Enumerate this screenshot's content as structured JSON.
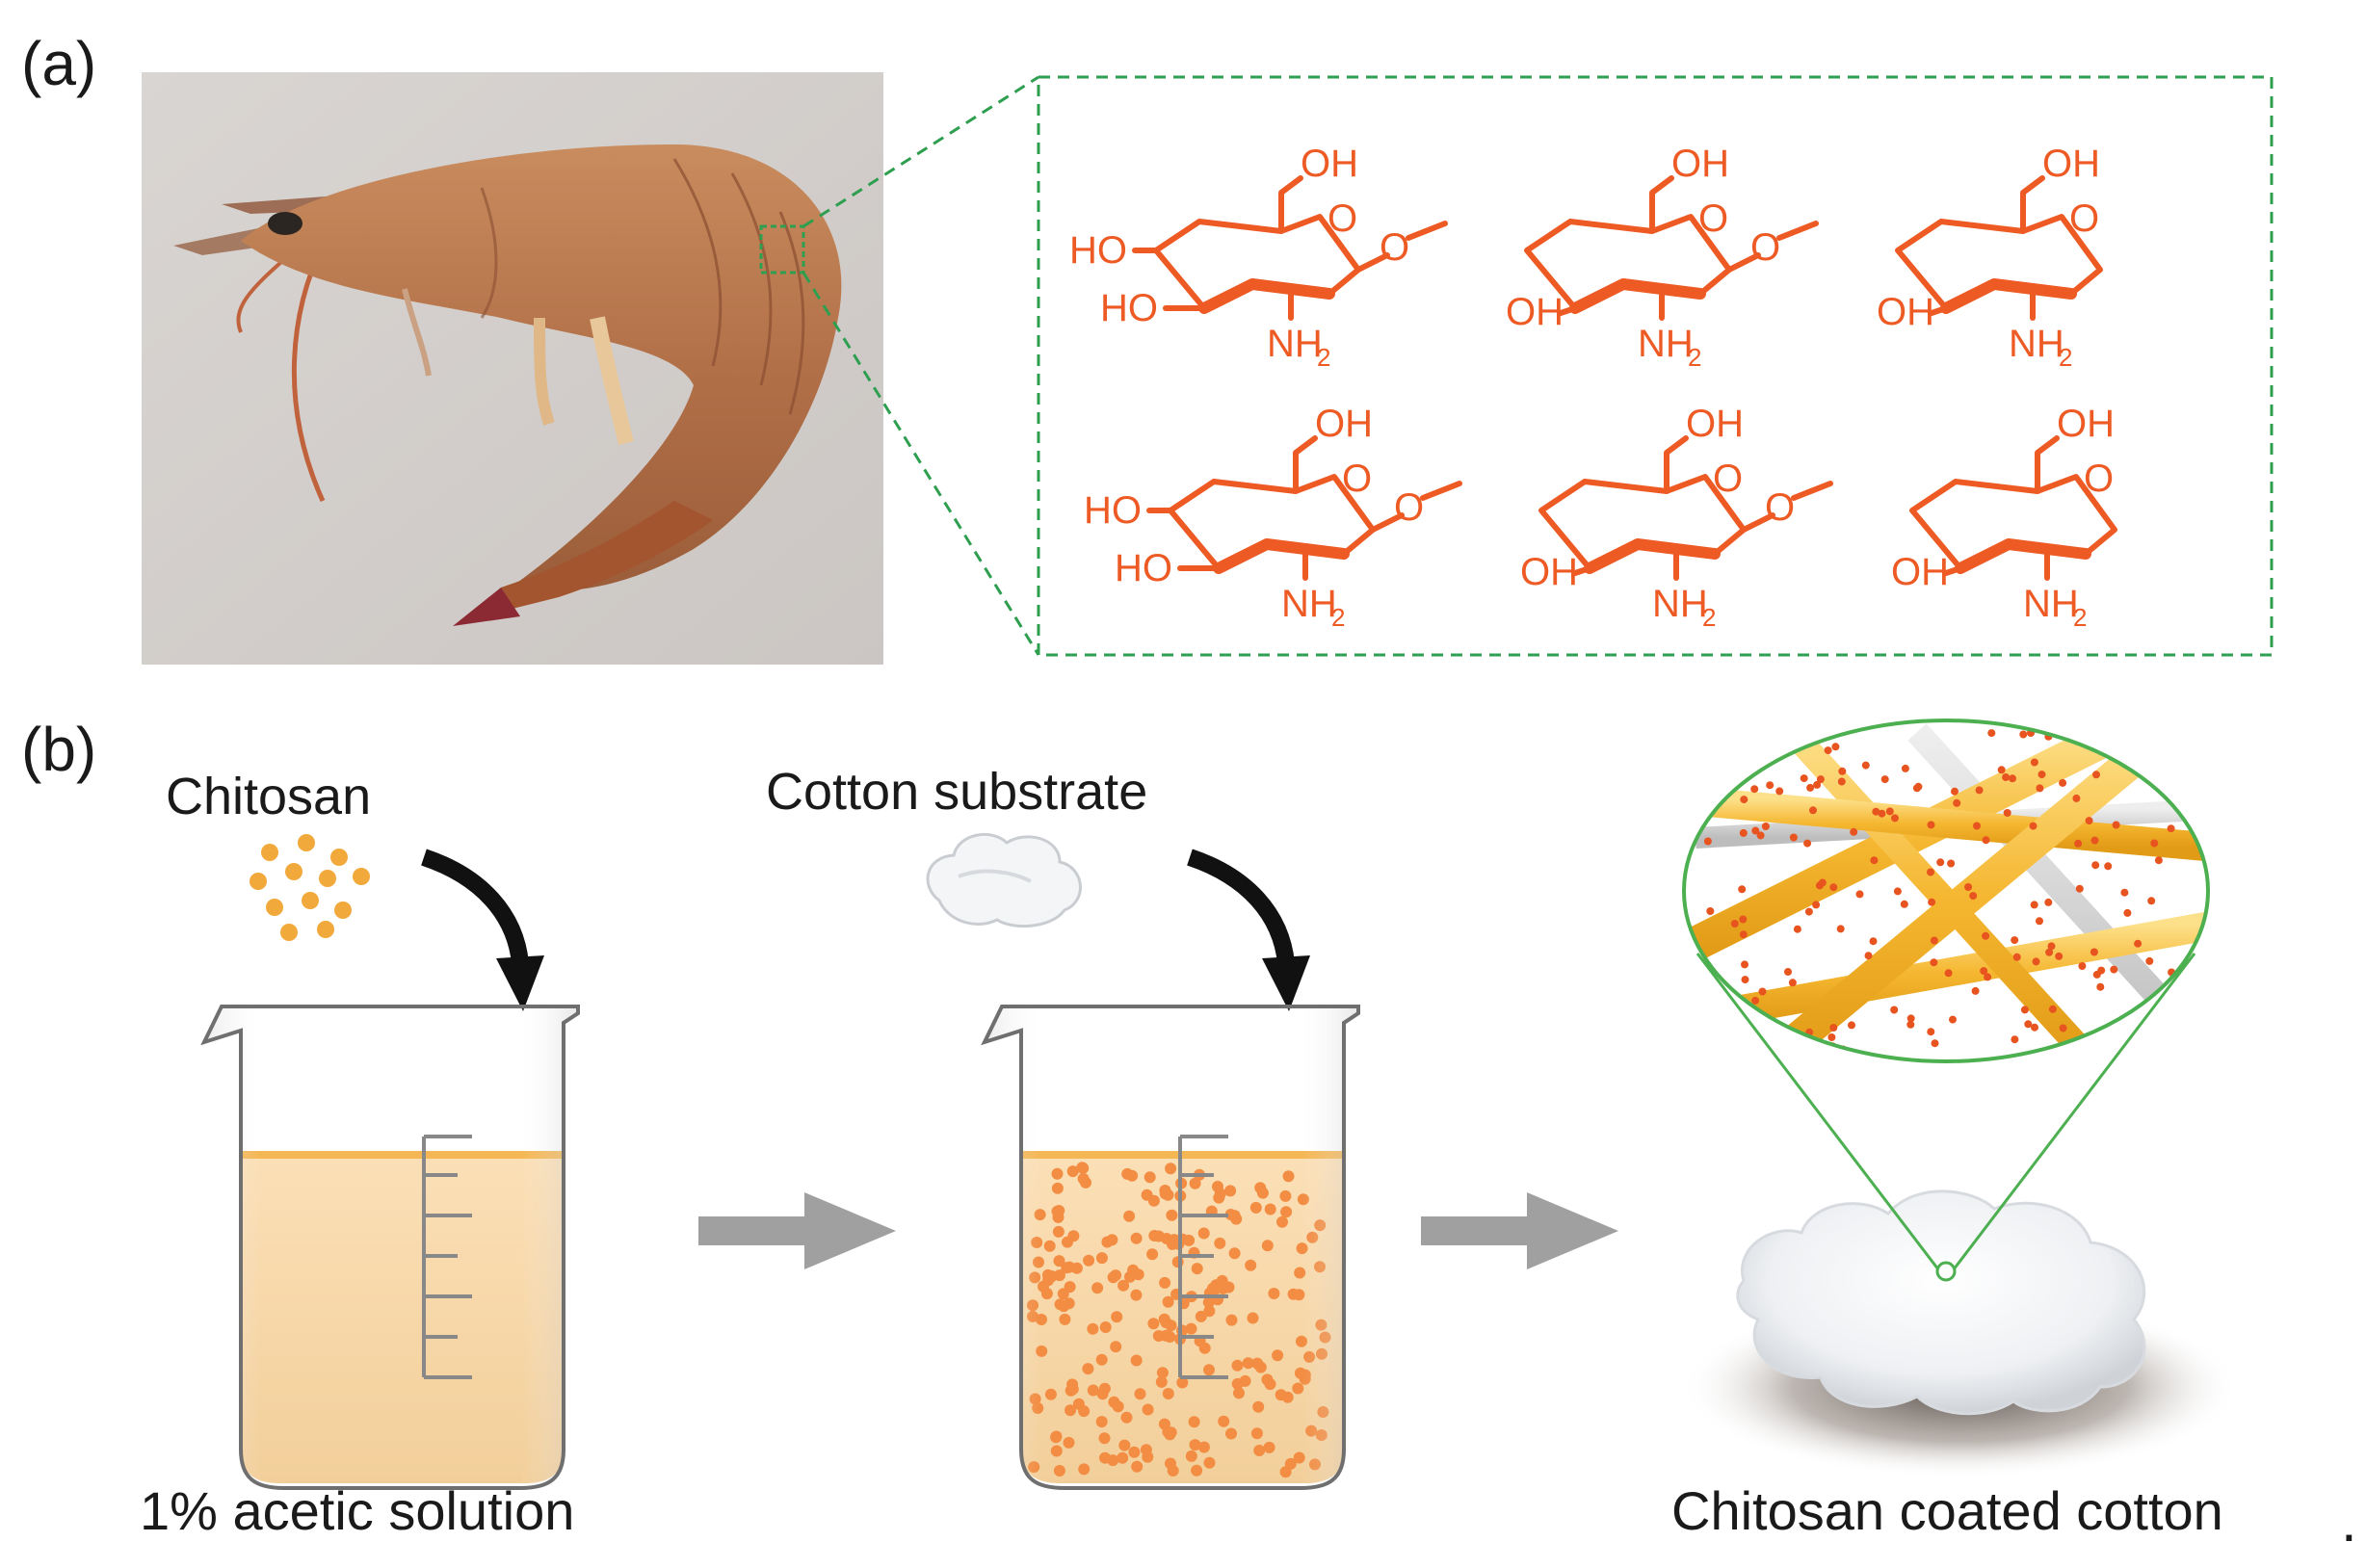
{
  "panels": {
    "a": {
      "label": "(a)",
      "labels": {
        "oh": "OH",
        "ho": "HO",
        "o": "O",
        "nh": "NH",
        "sub2": "2"
      }
    },
    "b": {
      "label": "(b)",
      "chitosan_label": "Chitosan",
      "cotton_label": "Cotton substrate",
      "solution_label": "1% acetic solution",
      "product_label": "Chitosan coated cotton",
      "trailing_dot": "."
    }
  },
  "colors": {
    "chem_orange": "#ee5a24",
    "dashed_green": "#2e9e4f",
    "liquid": "#fad7a0",
    "particle": "#f2a93b",
    "arrow_gray": "#a0a0a0"
  }
}
